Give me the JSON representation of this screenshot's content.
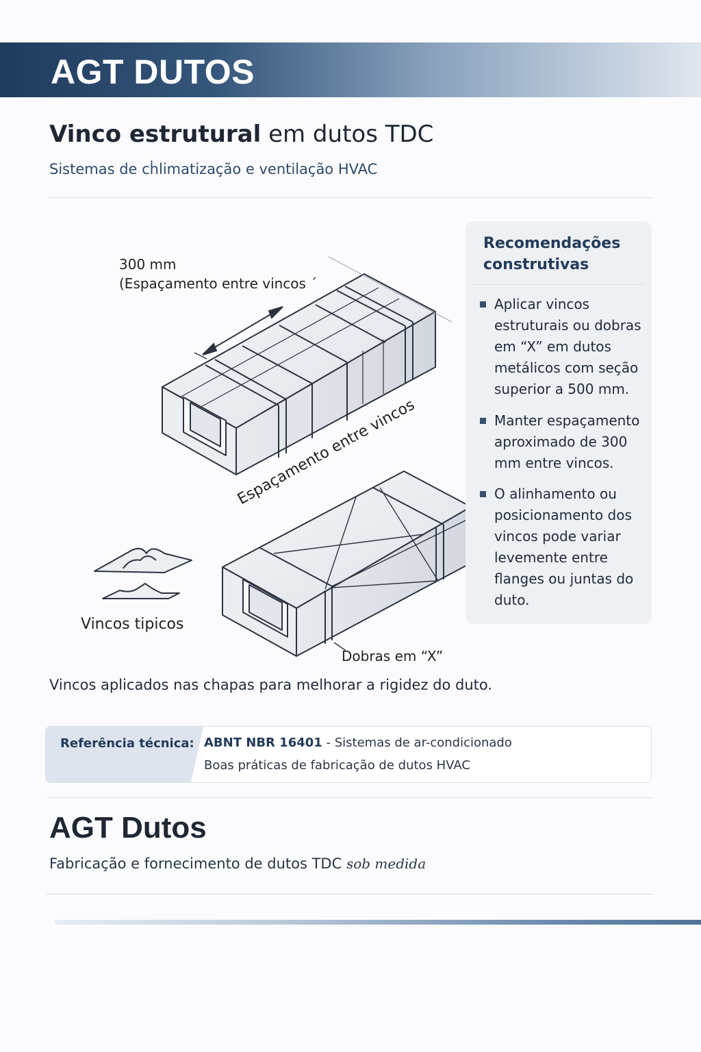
{
  "header": {
    "banner_title": "AGT DUTOS",
    "title_bold": "Vinco estrutural",
    "title_rest": " em dutos TDC",
    "subtitle": "Sistemas de cḣlimatização e ventilação HVAC"
  },
  "diagram": {
    "dimension_label_line1": "300 mm",
    "dimension_label_line2": "(Espaçamento entre vincos ˊ",
    "rotated_label": "Espaçamento entre vincos",
    "typical_label": "Vincos tipicos",
    "x_folds_label": "Dobras em “X”",
    "caption": "Vincos aplicados nas chapas para melhorar a rigidez do duto."
  },
  "recommendations": {
    "title": "Recomendações construtivas",
    "items": [
      "Aplicar vincos estruturais ou dobras em “X” em dutos metálicos com seção superior a 500 mm.",
      "Manter espaçamento aproximado de 300 mm entre vincos.",
      "O alinhamento ou posicionamento dos vincos pode variar levemente entre flanges ou juntas do duto."
    ]
  },
  "reference": {
    "label": "Referência técnica:",
    "standard": "ABNT NBR 16401",
    "standard_desc": " - Sistemas de ar-condicionado",
    "line2": "Boas práticas de fabricação de dutos HVAC"
  },
  "footer": {
    "brand": "AGT Dutos",
    "tagline": "Fabricação e fornecimento de dutos TDC ",
    "tagline_italic": "sob medida"
  },
  "colors": {
    "banner_dark": "#1f3b5c",
    "accent": "#243b5a",
    "card_bg": "#eef0f4"
  }
}
